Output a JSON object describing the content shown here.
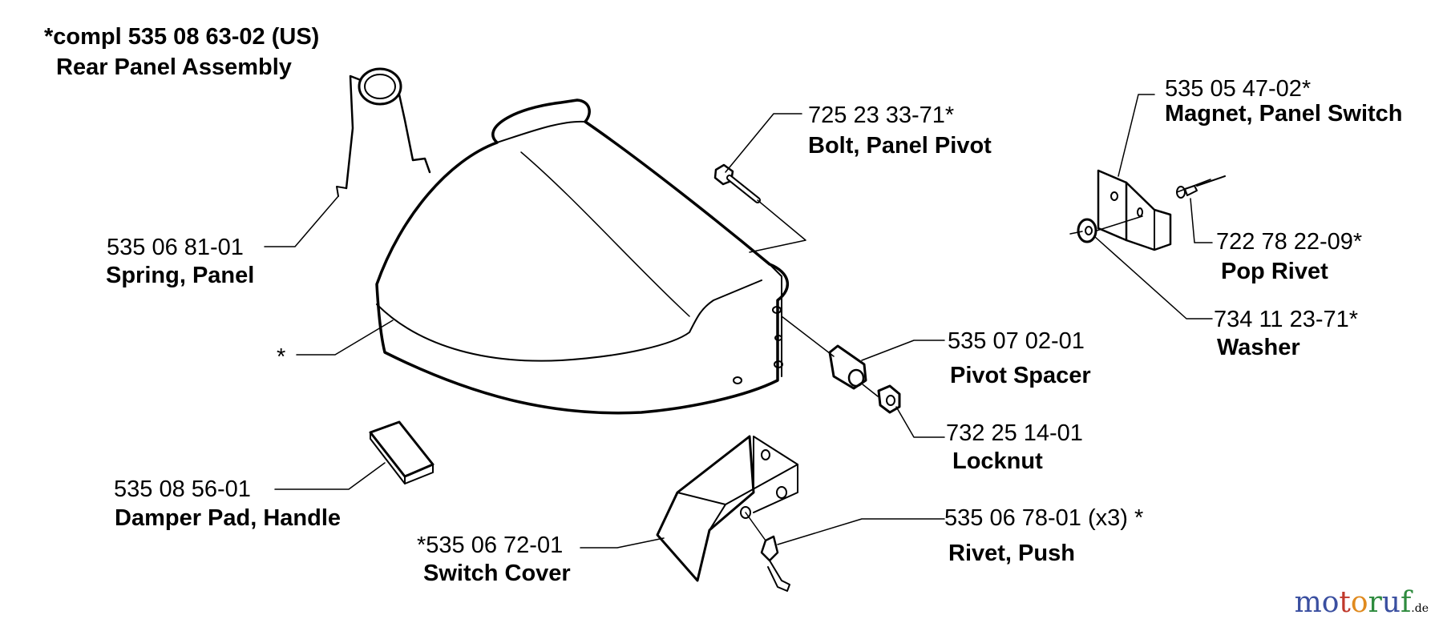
{
  "header": {
    "kit": "*compl 535 08 63-02 (US)",
    "title": "Rear Panel Assembly"
  },
  "parts": {
    "spring": {
      "number": "535 06 81-01",
      "name": "Spring, Panel"
    },
    "panel": {
      "number": "*"
    },
    "bolt": {
      "number": "725 23 33-71*",
      "name": "Bolt, Panel Pivot"
    },
    "magnet": {
      "number": "535 05 47-02*",
      "name": "Magnet, Panel Switch"
    },
    "pop_rivet": {
      "number": "722 78 22-09*",
      "name": "Pop Rivet"
    },
    "washer": {
      "number": "734 11 23-71*",
      "name": "Washer"
    },
    "pivot_spacer": {
      "number": "535 07 02-01",
      "name": "Pivot Spacer"
    },
    "locknut": {
      "number": "732 25 14-01",
      "name": "Locknut"
    },
    "damper_pad": {
      "number": "535 08 56-01",
      "name": "Damper Pad, Handle"
    },
    "push_rivet": {
      "number": "535 06 78-01 (x3) *",
      "name": "Rivet, Push"
    },
    "switch_cover": {
      "number": "*535 06 72-01",
      "name": "Switch Cover"
    }
  },
  "watermark": {
    "letters": [
      "m",
      "o",
      "t",
      "o",
      "r",
      "u",
      "f"
    ],
    "letter_colors": [
      "#3a4fa0",
      "#3a4fa0",
      "#c0392b",
      "#e08a1e",
      "#2e8b3e",
      "#3a4fa0",
      "#2e8b3e"
    ],
    "suffix": ".de"
  }
}
